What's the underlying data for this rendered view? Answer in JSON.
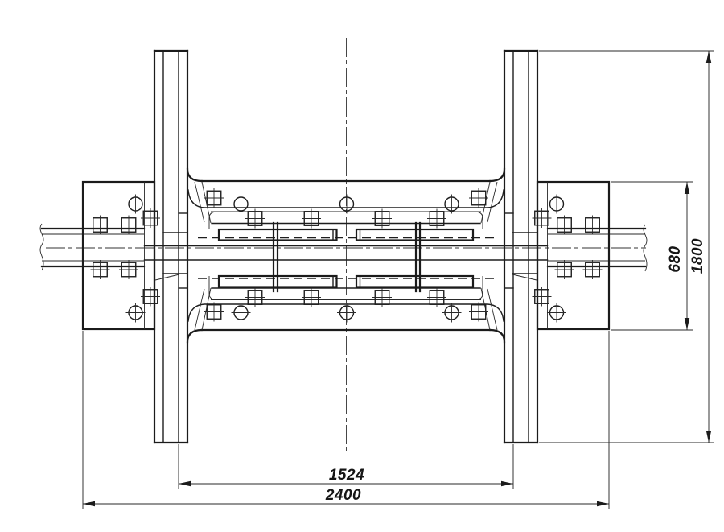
{
  "drawing": {
    "type": "engineering-assembly-drawing",
    "view": "plan-view-rail-joint-on-cross-beams",
    "colors": {
      "line": "#1b1b1b",
      "background": "#ffffff"
    },
    "dimensions": {
      "inner_span": "1524",
      "overall_span": "2400",
      "plate_height": "680",
      "overall_height": "1800"
    }
  }
}
